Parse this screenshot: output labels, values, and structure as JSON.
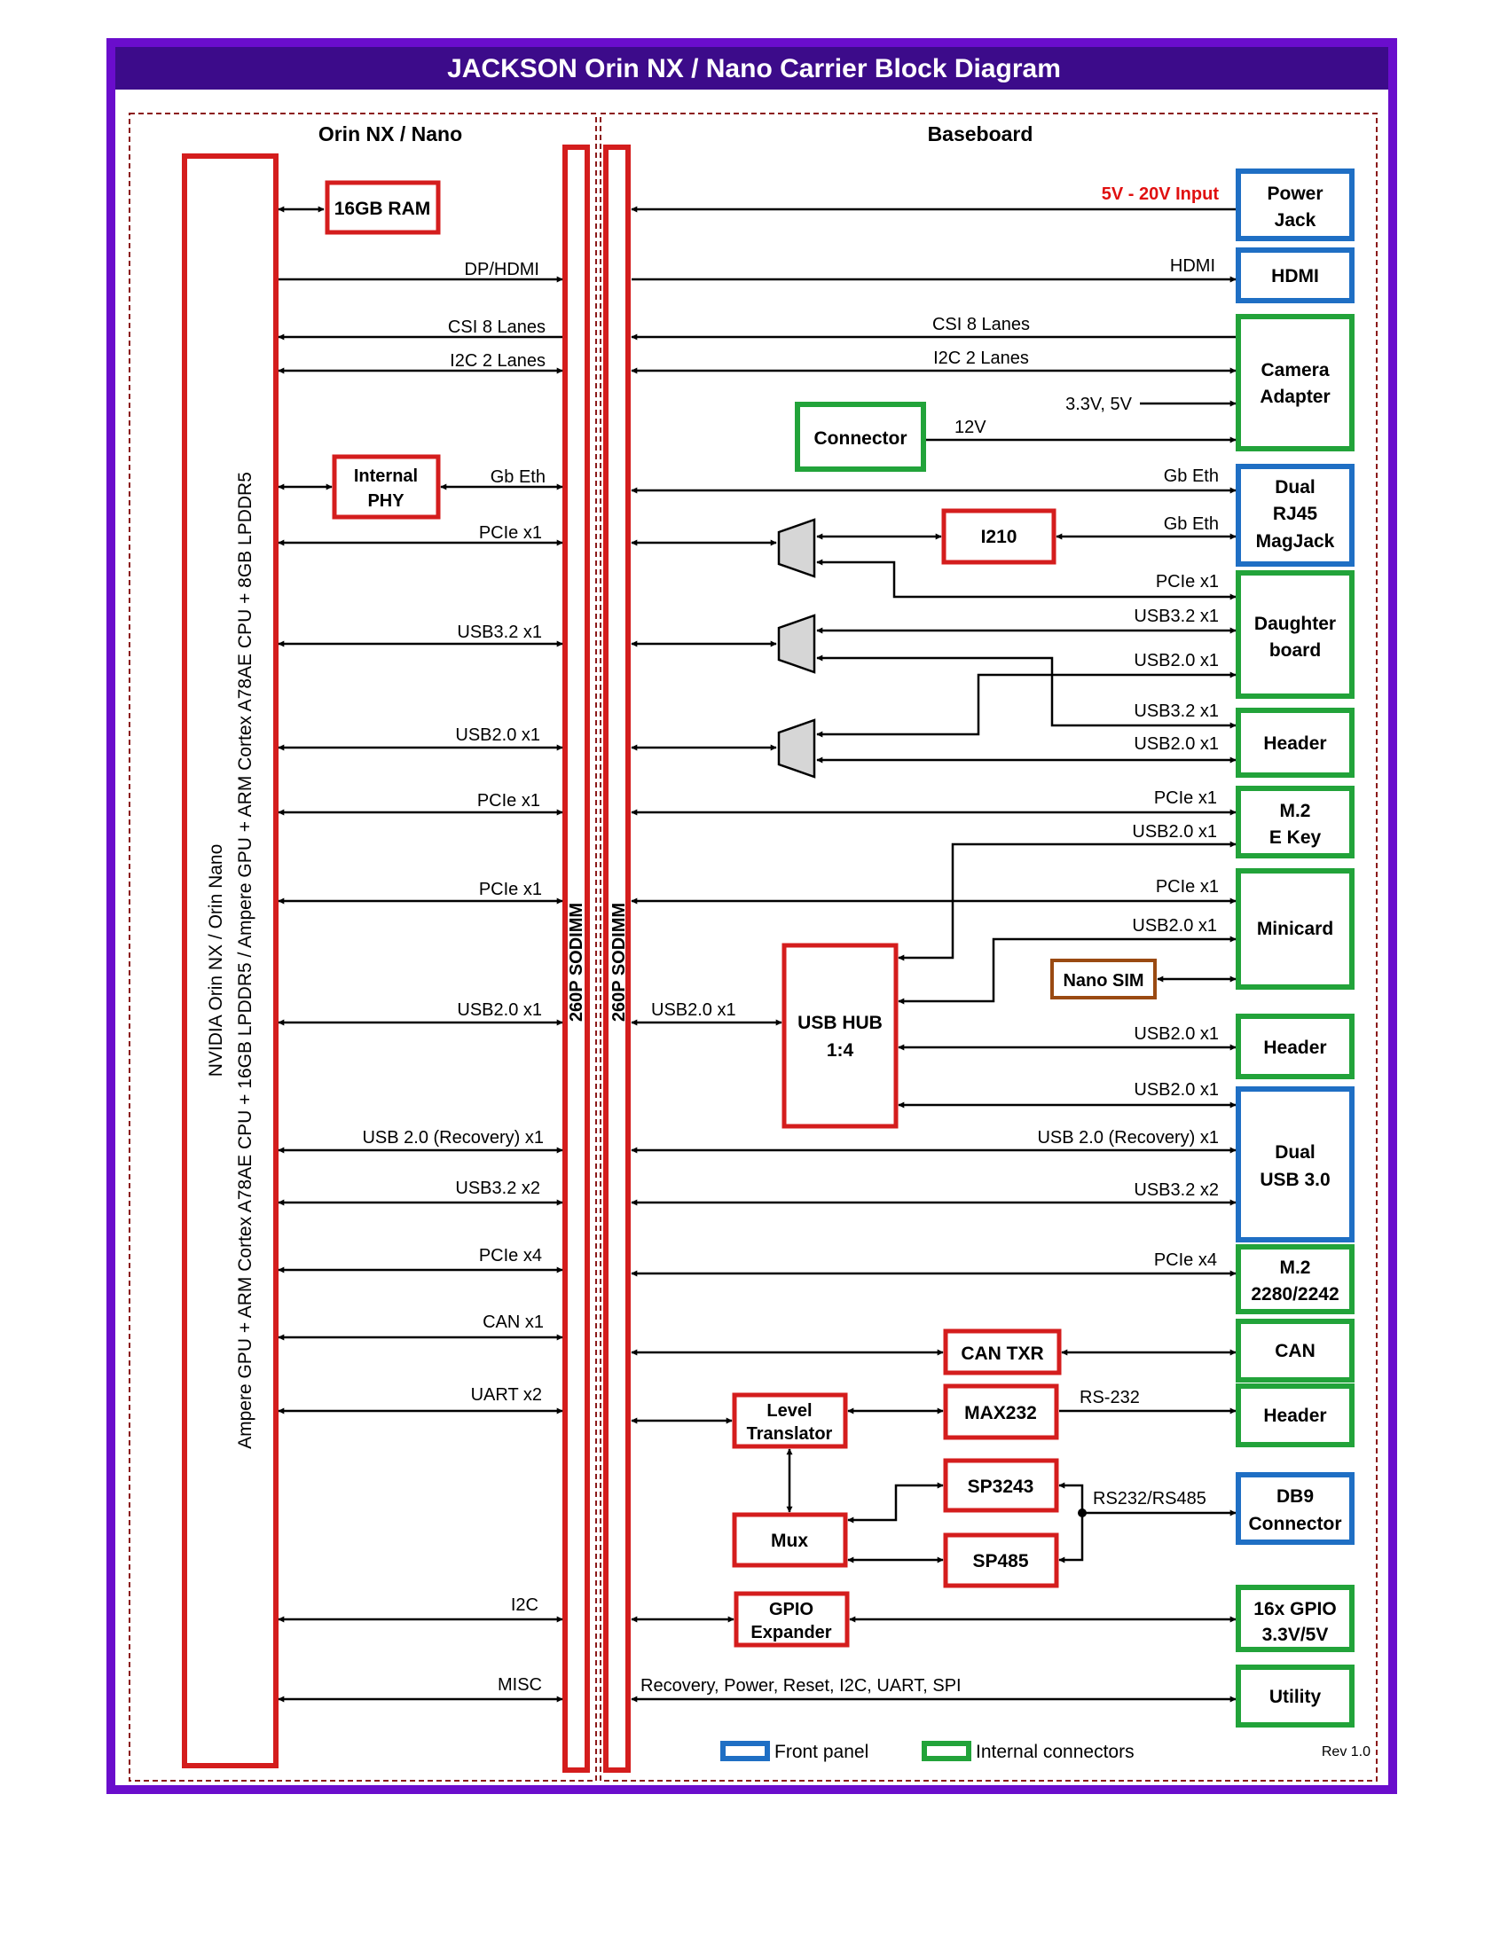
{
  "title": "JACKSON Orin NX / Nano Carrier Block Diagram",
  "colors": {
    "frame": "#6a0dcc",
    "title_bg": "#3c0b8a",
    "module": "#d41d1d",
    "front_panel": "#1f6fc4",
    "internal": "#22a33a",
    "sim": "#9a4a12",
    "power_label": "#e01010",
    "mux_fill": "#d6d6d6"
  },
  "regions": {
    "left_title": "Orin NX / Nano",
    "right_title": "Baseboard"
  },
  "module": {
    "line1": "NVIDIA Orin NX / Orin Nano",
    "line2": "Ampere GPU + ARM Cortex A78AE CPU + 16GB LPDDR5 /  Ampere GPU + ARM Cortex A78AE CPU + 8GB LPDDR5"
  },
  "sodimm_label": "260P SODIMM",
  "left": {
    "ram": "16GB RAM",
    "phy": [
      "Internal",
      "PHY"
    ],
    "signals": {
      "dp_hdmi": "DP/HDMI",
      "csi": "CSI 8 Lanes",
      "i2c2": "I2C 2 Lanes",
      "gbeth": "Gb Eth",
      "pcie1": "PCIe x1",
      "usb32": "USB3.2 x1",
      "usb20a": "USB2.0 x1",
      "pcie2": "PCIe x1",
      "pcie3": "PCIe x1",
      "usb20b": "USB2.0 x1",
      "usbrec": "USB 2.0 (Recovery) x1",
      "usb32x2": "USB3.2 x2",
      "pcie4": "PCIe x4",
      "can": "CAN x1",
      "uart": "UART x2",
      "i2c": "I2C",
      "misc": "MISC"
    }
  },
  "right": {
    "connectors": {
      "power_jack": [
        "Power",
        "Jack"
      ],
      "hdmi": "HDMI",
      "camera": [
        "Camera",
        "Adapter"
      ],
      "connector": "Connector",
      "rj45": [
        "Dual",
        "RJ45",
        "MagJack"
      ],
      "daughter": [
        "Daughter",
        "board"
      ],
      "header1": "Header",
      "m2e": [
        "M.2",
        "E Key"
      ],
      "minicard": "Minicard",
      "nanosim": "Nano SIM",
      "header2": "Header",
      "dualusb": [
        "Dual",
        "USB 3.0"
      ],
      "m2": [
        "M.2",
        "2280/2242"
      ],
      "can": "CAN",
      "header3": "Header",
      "db9": [
        "DB9",
        "Connector"
      ],
      "gpio16": [
        "16x GPIO",
        "3.3V/5V"
      ],
      "utility": "Utility"
    },
    "chips": {
      "i210": "I210",
      "usbhub": [
        "USB HUB",
        "1:4"
      ],
      "cantxr": "CAN TXR",
      "max232": "MAX232",
      "level": [
        "Level",
        "Translator"
      ],
      "sp3243": "SP3243",
      "mux": "Mux",
      "sp485": "SP485",
      "gpioexp": [
        "GPIO",
        "Expander"
      ]
    },
    "signals": {
      "power_in": "5V - 20V Input",
      "hdmi": "HDMI",
      "csi": "CSI 8 Lanes",
      "i2c2": "I2C 2 Lanes",
      "v33": "3.3V, 5V",
      "v12": "12V",
      "gbeth1": "Gb Eth",
      "gbeth2": "Gb Eth",
      "pcie_db": "PCIe x1",
      "usb32_db": "USB3.2 x1",
      "usb20_db": "USB2.0 x1",
      "usb32_hdr": "USB3.2 x1",
      "usb20_hdr": "USB2.0 x1",
      "pcie_m2e": "PCIe x1",
      "usb20_m2e": "USB2.0 x1",
      "pcie_mc": "PCIe x1",
      "usb20_mc": "USB2.0 x1",
      "usb20_hub": "USB2.0 x1",
      "usb20_hdr2": "USB2.0 x1",
      "usb20_dual": "USB2.0 x1",
      "usbrec": "USB 2.0 (Recovery) x1",
      "usb32x2": "USB3.2 x2",
      "pcie4": "PCIe x4",
      "rs232": "RS-232",
      "rs232485": "RS232/RS485",
      "utility": "Recovery, Power, Reset, I2C, UART, SPI"
    }
  },
  "legend": {
    "front_panel": "Front panel",
    "internal": "Internal connectors",
    "rev": "Rev 1.0"
  }
}
